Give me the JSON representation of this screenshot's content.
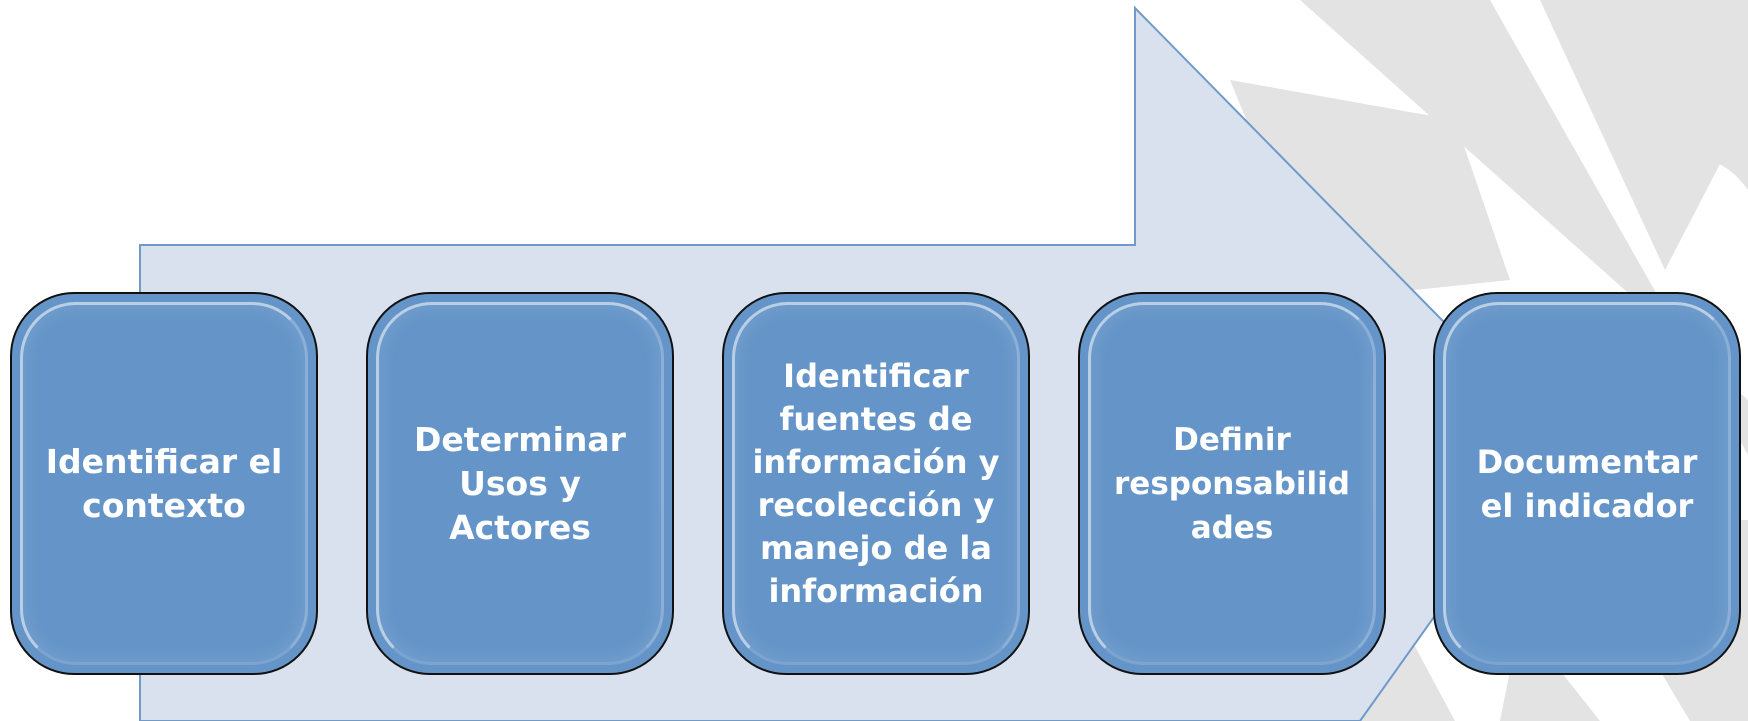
{
  "diagram": {
    "steps": [
      {
        "label": "Identificar el\ncontexto"
      },
      {
        "label": "Determinar\nUsos y\nActores"
      },
      {
        "label": "Identificar\nfuentes de\ninformación y\nrecolección y\nmanejo de la\ninformación"
      },
      {
        "label": "Definir\nresponsabilid\nades"
      },
      {
        "label": "Documentar\nel indicador"
      }
    ]
  },
  "colors": {
    "arrow_fill": "#d9e1ee",
    "arrow_stroke": "#6f9ac9",
    "box_fill": "#6595c8",
    "watermark": "#e6e6e6"
  }
}
